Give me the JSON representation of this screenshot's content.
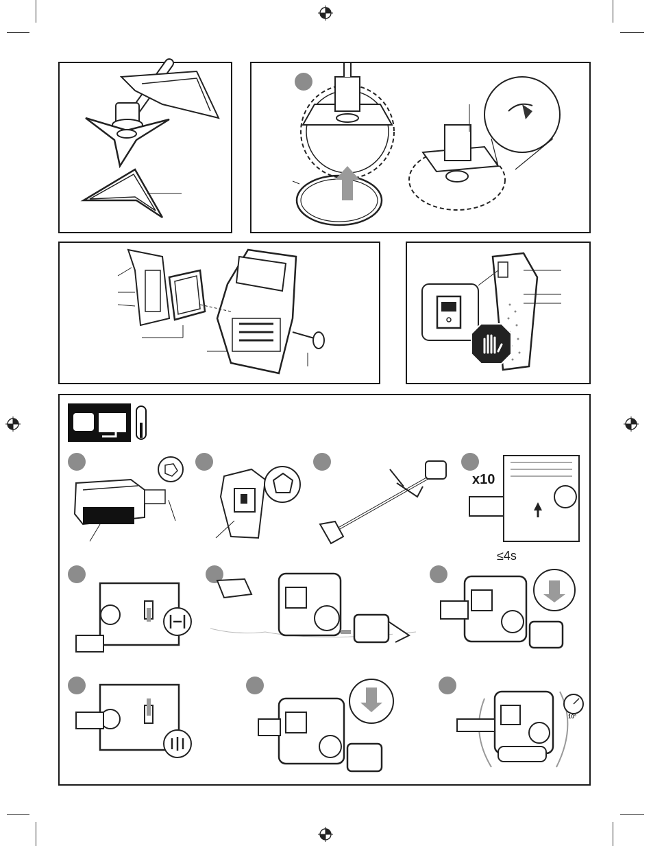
{
  "labels": {
    "repeat_count": "x10",
    "hold_duration": "≤4s",
    "angle_badge": "10°"
  },
  "colors": {
    "ink": "#1a1a1a",
    "step_badge": "#8c8c8c",
    "arrow_grey": "#9a9a9a",
    "stop_sign": "#222222"
  },
  "icons": {
    "registration_mark": "crosshair-registration-icon",
    "stop": "stop-hand-icon",
    "choke_closed": "choke-closed-icon",
    "choke_open": "choke-open-icon",
    "thermometer": "cold-start-thermometer-icon"
  }
}
